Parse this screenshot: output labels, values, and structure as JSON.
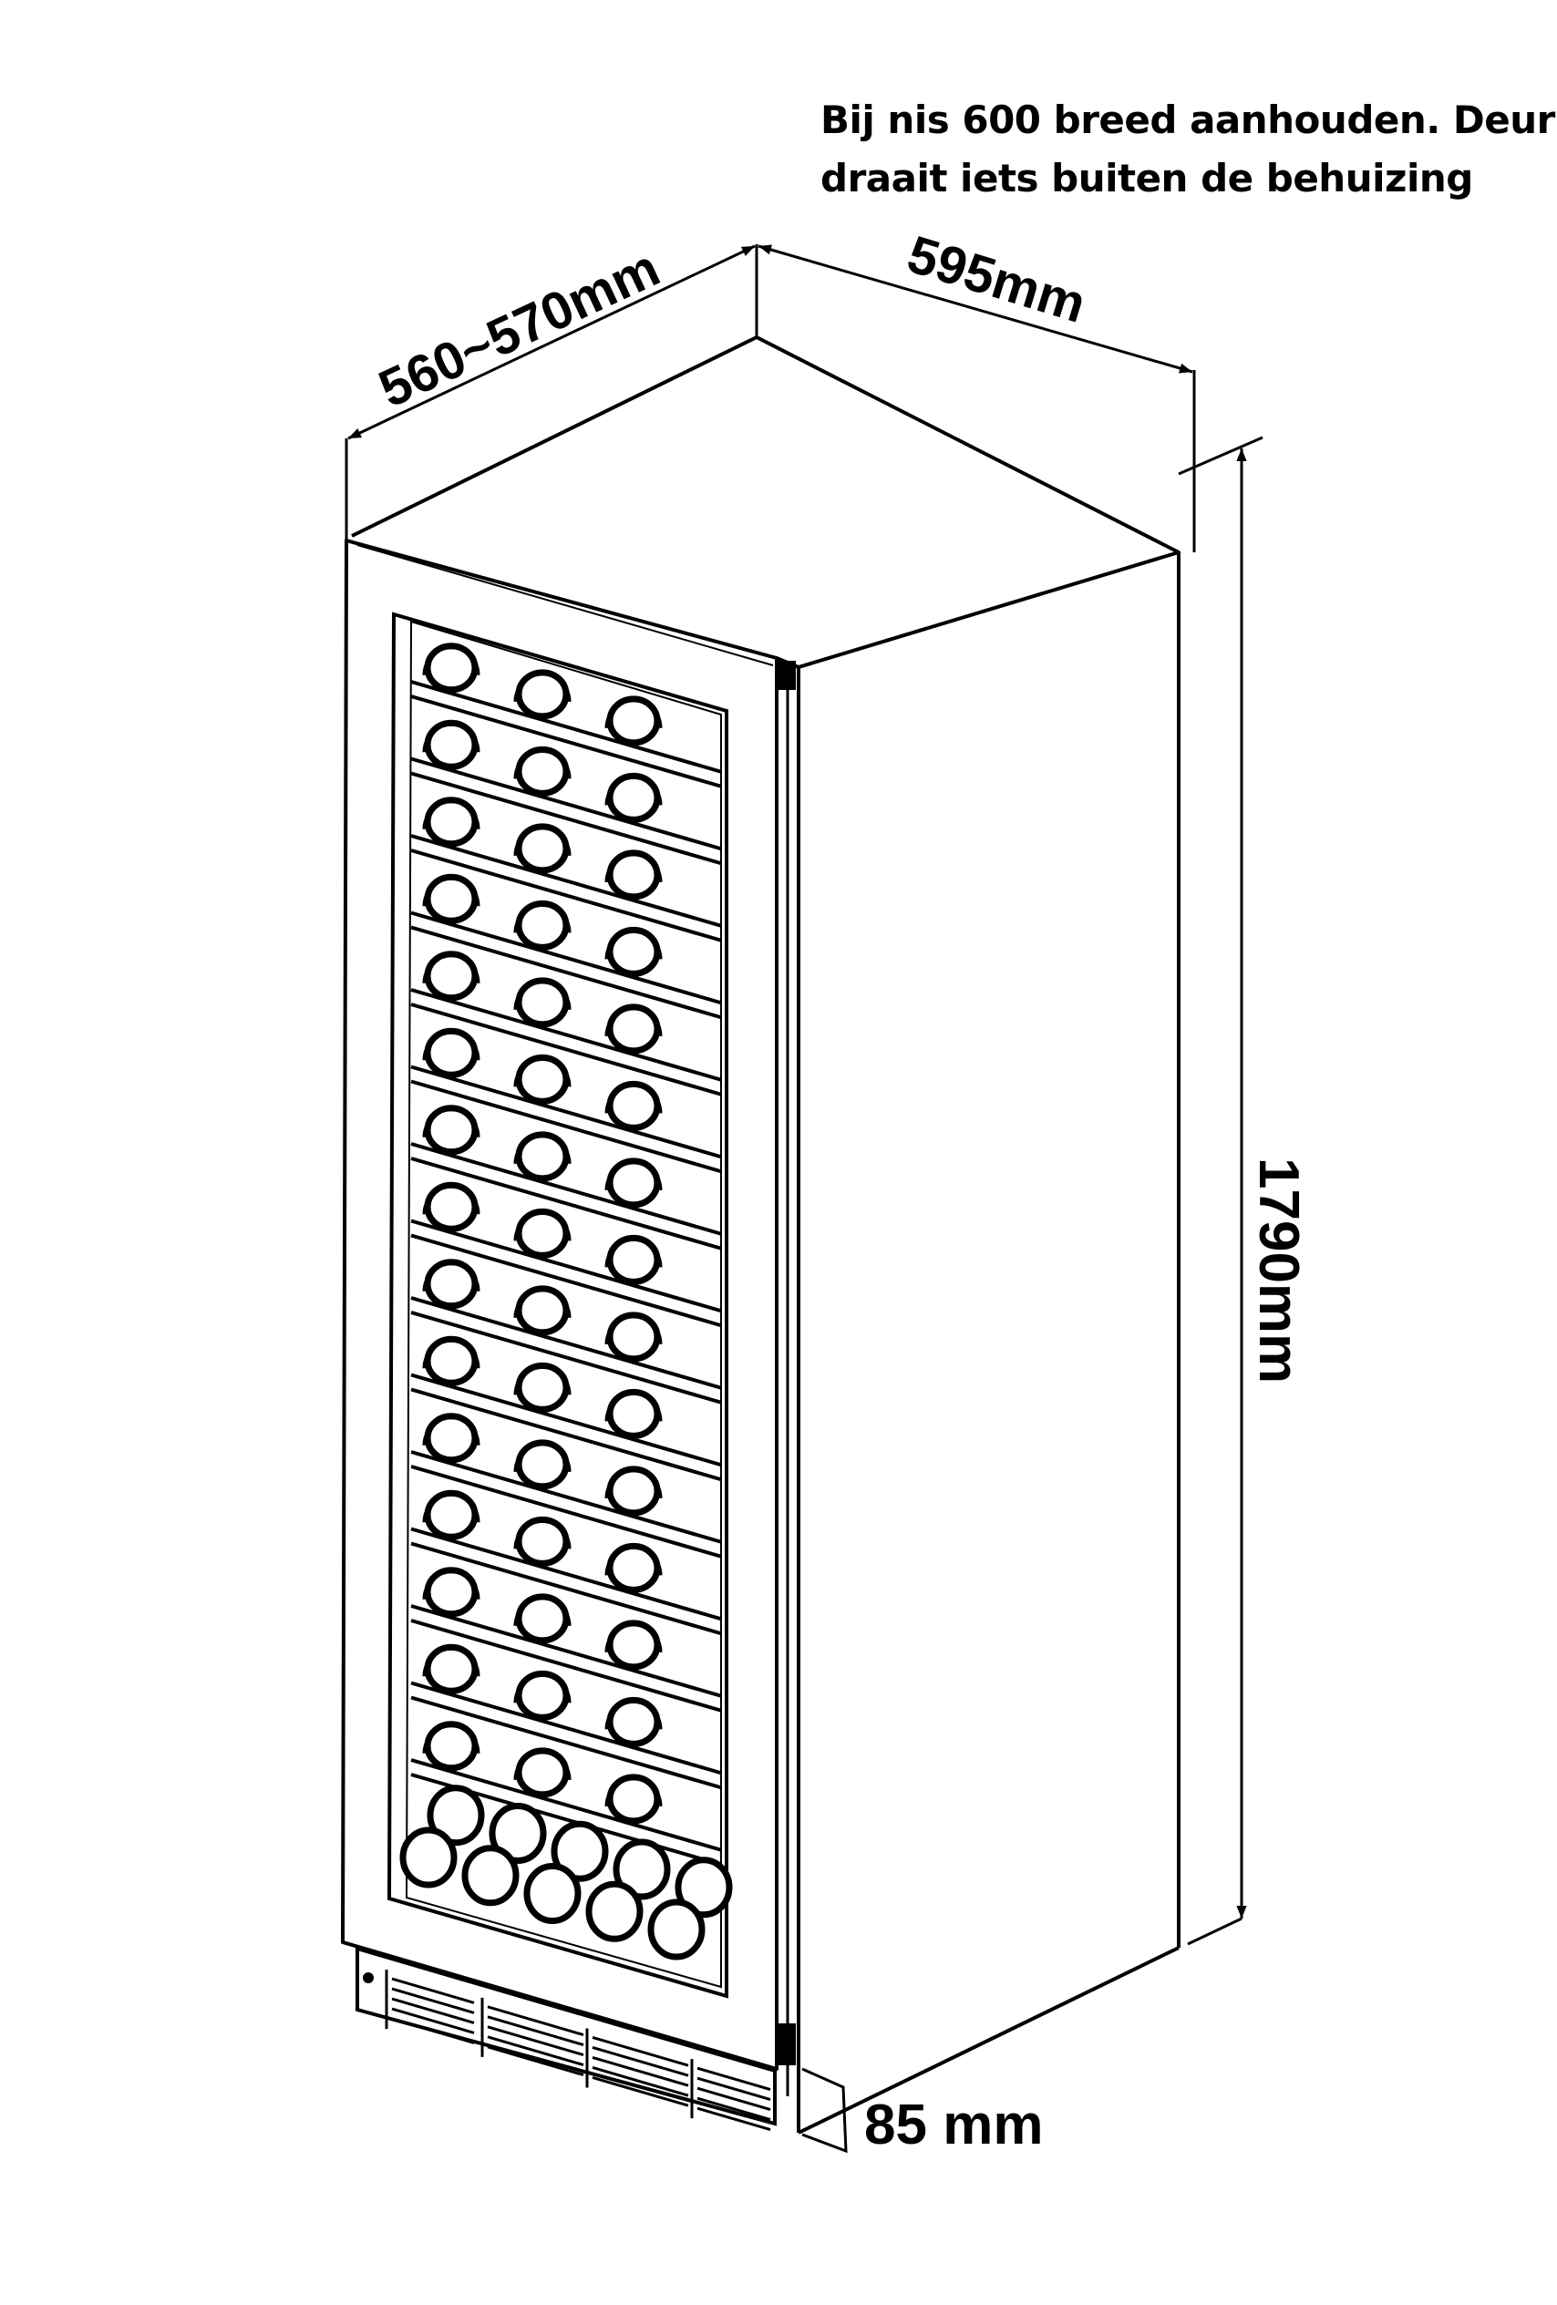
{
  "note": {
    "line1": "Bij nis 600 breed aanhouden. Deur",
    "line2": "draait iets buiten de behuizing"
  },
  "dimensions": {
    "depth": "560~570mm",
    "width": "595mm",
    "height": "1790mm",
    "plinth": "85 mm"
  },
  "colors": {
    "line": "#000000",
    "background": "#ffffff"
  },
  "rack": {
    "shelf_rows": 15,
    "bottles_per_shelf": 3,
    "bottom_stack_bottles": 10
  }
}
